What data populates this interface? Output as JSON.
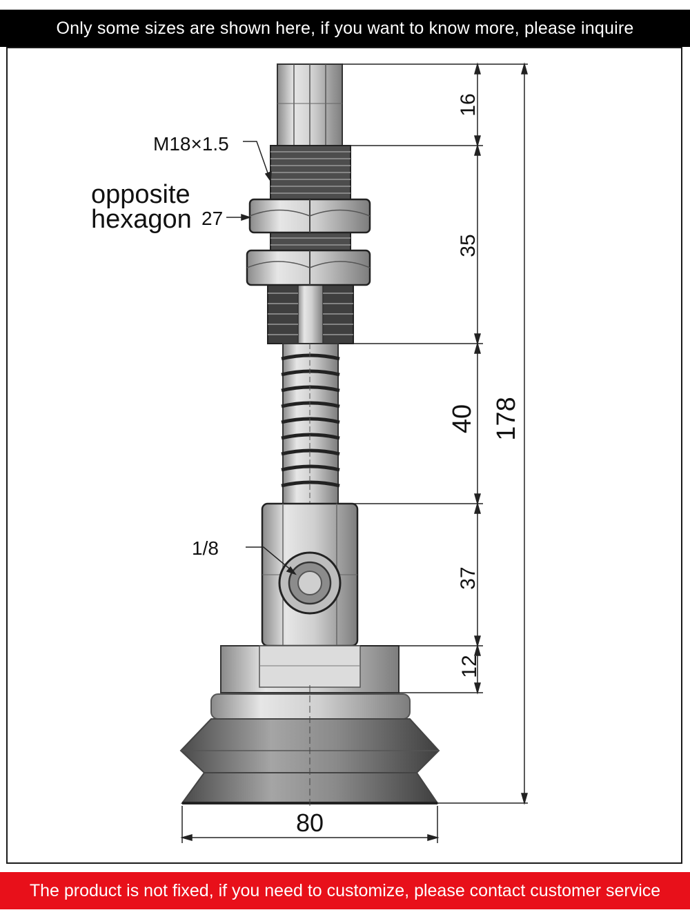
{
  "banner_top": "Only some sizes are shown here, if you want to know more, please inquire",
  "banner_bottom": "The product is not fixed, if you need to customize, please contact customer service",
  "labels": {
    "thread": "M18×1.5",
    "hex_line1": "opposite",
    "hex_line2": "hexagon",
    "hex_size": "27",
    "port": "1/8"
  },
  "dimensions": {
    "top": "16",
    "thread_len": "35",
    "spring_len": "40",
    "body_len": "37",
    "base_len": "12",
    "total": "178",
    "cup_diameter": "80"
  },
  "colors": {
    "banner_top_bg": "#000000",
    "banner_bottom_bg": "#e8101a",
    "metal": "#c9c9c9",
    "rubber": "#6f6f6f"
  }
}
